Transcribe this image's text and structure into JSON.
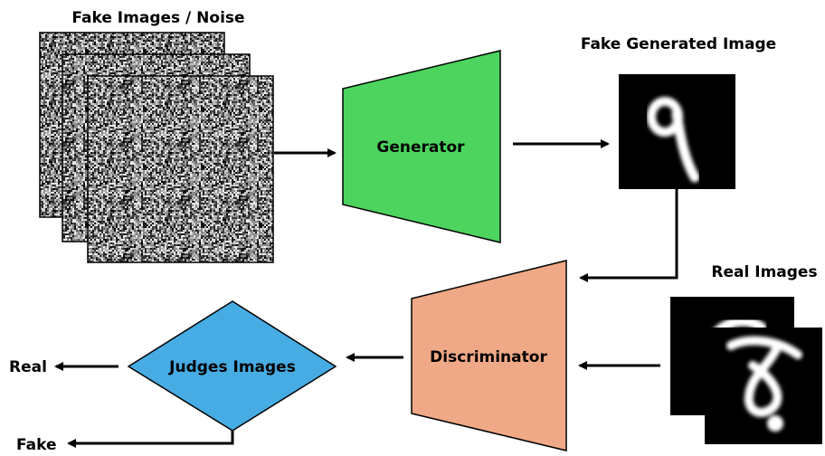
{
  "labels": {
    "noise_title": "Fake Images / Noise",
    "generator": "Generator",
    "fake_generated_title": "Fake Generated Image",
    "real_images_title": "Real Images",
    "discriminator": "Discriminator",
    "judge": "Judges Images",
    "out_real": "Real",
    "out_fake": "Fake"
  },
  "colors": {
    "generator_fill": "#4CD45E",
    "discriminator_fill": "#F0A986",
    "judge_fill": "#47ACE3",
    "noise_base": "#8c8c8c",
    "digit_background": "#000000",
    "digit_stroke": "#ffffff"
  },
  "digits": {
    "fake_generated": "9",
    "real_front": "8"
  }
}
